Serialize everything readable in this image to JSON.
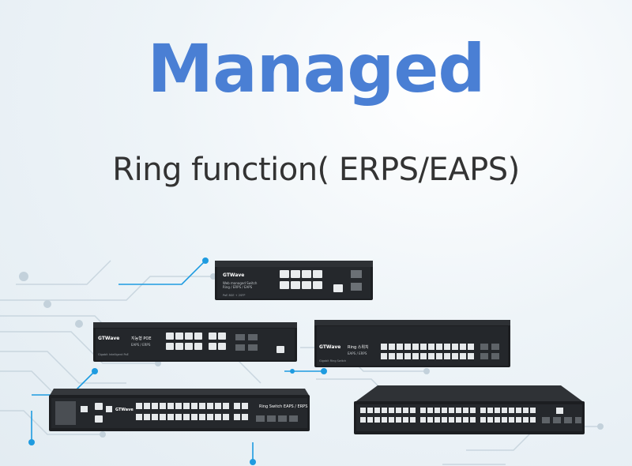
{
  "headline": {
    "text": "Managed",
    "color": "#4a7fd4"
  },
  "subline": {
    "text": "Ring function( ERPS/EAPS)",
    "color": "#333333"
  },
  "accent": "#1e9be0",
  "switches": {
    "small_poe": {
      "brand": "GTWave",
      "model": "Web managed Switch",
      "tagline": "Ring / ERPS / EAPS",
      "footer": "PoE 8GE + 2SFP"
    },
    "poe_16": {
      "brand": "GTWave",
      "model": "지능형 POE",
      "tagline": "EAPS / ERPS",
      "footer": "Gigabit Intelligent PoE"
    },
    "ring_24": {
      "brand": "GTWave",
      "model": "Ring 스위치",
      "tagline": "EAPS / ERPS",
      "footer": "Gigabit Ring Switch"
    },
    "ring_switch_large": {
      "brand": "GTWave",
      "model": "Ring Switch EAPS / ERPS"
    },
    "managed_48": {
      "brand": "",
      "model": ""
    }
  }
}
